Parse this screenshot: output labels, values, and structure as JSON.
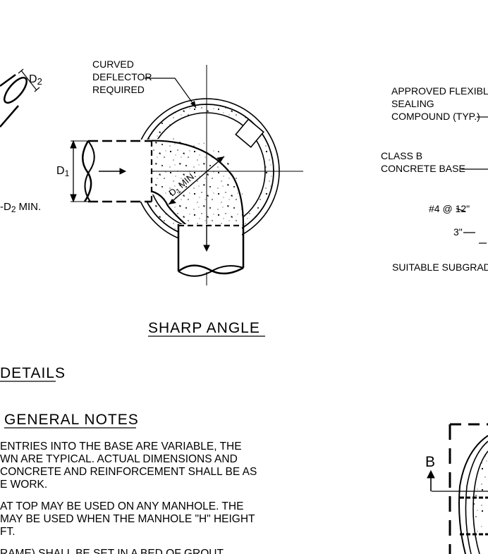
{
  "labels": {
    "d2": "D",
    "d2_sub": "2",
    "d2_min": "-D",
    "d2_min_sub": "2",
    "d2_min_suffix": "MIN.",
    "curved": [
      "CURVED",
      "DEFLECTOR",
      "REQUIRED"
    ],
    "d1": "D",
    "d1_sub": "1",
    "d1_min": "D",
    "d1_min_sub": "1",
    "d1_min_suffix": "MIN.",
    "sharp_angle": "SHARP ANGLE",
    "details": "DETAILS",
    "sealing": [
      "APPROVED FLEXIBLE",
      "SEALING",
      "COMPOUND (TYP.)"
    ],
    "base": [
      "CLASS B",
      "CONCRETE BASE"
    ],
    "rebar": "#4 @ 12\"",
    "three_in": "3\"",
    "subgrade": "SUITABLE SUBGRADE",
    "section_b": "B"
  },
  "notes": {
    "heading": "GENERAL NOTES",
    "lines": [
      "ENTRIES INTO THE BASE ARE VARIABLE, THE",
      "WN ARE TYPICAL. ACTUAL DIMENSIONS AND",
      "CONCRETE AND REINFORCEMENT SHALL BE AS",
      "E WORK.",
      "AT TOP MAY BE USED ON ANY MANHOLE. THE",
      " MAY BE USED WHEN THE MANHOLE \"H\" HEIGHT",
      "FT.",
      "RAME) SHALL BE SET IN A BED OF GROUT"
    ]
  }
}
